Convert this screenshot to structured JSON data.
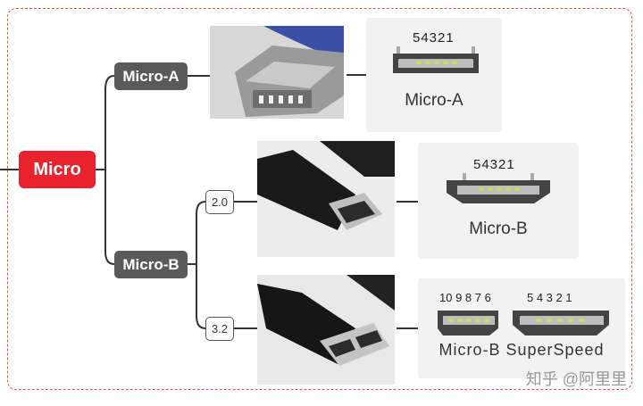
{
  "root": {
    "label": "Micro"
  },
  "branches": {
    "micro_a": {
      "label": "Micro-A"
    },
    "micro_b": {
      "label": "Micro-B"
    }
  },
  "versions": {
    "v20": "2.0",
    "v32": "3.2"
  },
  "cards": {
    "a": {
      "pins": "54321",
      "label": "Micro-A"
    },
    "b": {
      "pins": "54321",
      "label": "Micro-B"
    },
    "ss": {
      "pins_left": "10 9 8 7 6",
      "pins_right": "5 4 3 2 1",
      "label": "Micro-B SuperSpeed"
    }
  },
  "watermark": "知乎 @阿里里",
  "colors": {
    "root": "#e8232e",
    "branch": "#5a5a5a",
    "frame": "#d9534f",
    "pin": "#c8d86a"
  }
}
